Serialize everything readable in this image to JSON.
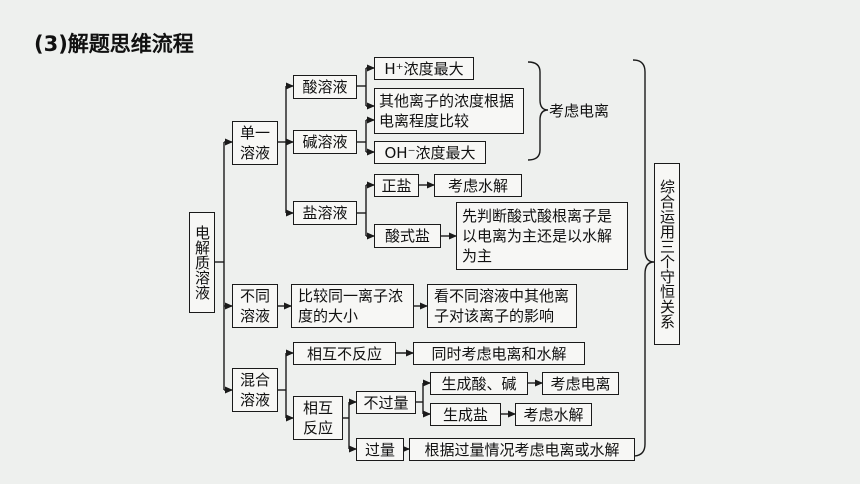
{
  "title": "(3)解题思维流程",
  "root": "电解质溶液",
  "single": {
    "label": "单一溶液",
    "acid": "酸溶液",
    "base": "碱溶液",
    "salt": "盐溶液",
    "h_max": "H⁺浓度最大",
    "other_ions": "其他离子的浓度根据电离程度比较",
    "oh_max": "OH⁻浓度最大",
    "consider_ionization": "考虑电离",
    "normal_salt": "正盐",
    "consider_hydrolysis": "考虑水解",
    "acid_salt": "酸式盐",
    "acid_salt_note": "先判断酸式酸根离子是以电离为主还是以水解为主"
  },
  "different": {
    "label": "不同溶液",
    "compare": "比较同一离子浓度的大小",
    "look": "看不同溶液中其他离子对该离子的影响"
  },
  "mixed": {
    "label": "混合溶液",
    "no_react": "相互不反应",
    "both": "同时考虑电离和水解",
    "react": "相互反应",
    "not_excess": "不过量",
    "gen_acid_base": "生成酸、碱",
    "consider_ionization": "考虑电离",
    "gen_salt": "生成盐",
    "consider_hydrolysis": "考虑水解",
    "excess": "过量",
    "excess_note": "根据过量情况考虑电离或水解"
  },
  "summary": "综合运用三个守恒关系"
}
